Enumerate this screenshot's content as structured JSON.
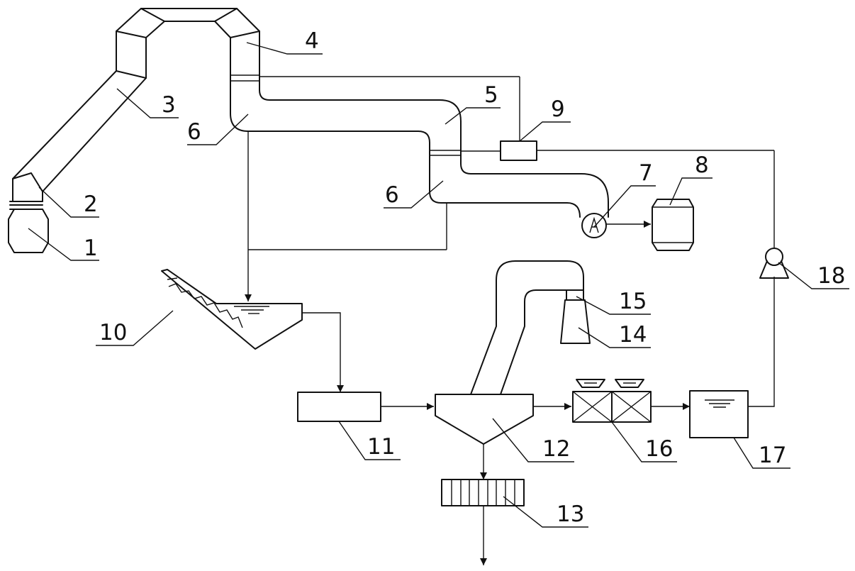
{
  "diagram": {
    "labels": {
      "n1": "1",
      "n2": "2",
      "n3": "3",
      "n4": "4",
      "n5": "5",
      "n6a": "6",
      "n6b": "6",
      "n7": "7",
      "n8": "8",
      "n9": "9",
      "n10": "10",
      "n11": "11",
      "n12": "12",
      "n13": "13",
      "n14": "14",
      "n15": "15",
      "n16": "16",
      "n17": "17",
      "n18": "18"
    },
    "colors": {
      "stroke": "#111111",
      "background": "#ffffff"
    }
  }
}
